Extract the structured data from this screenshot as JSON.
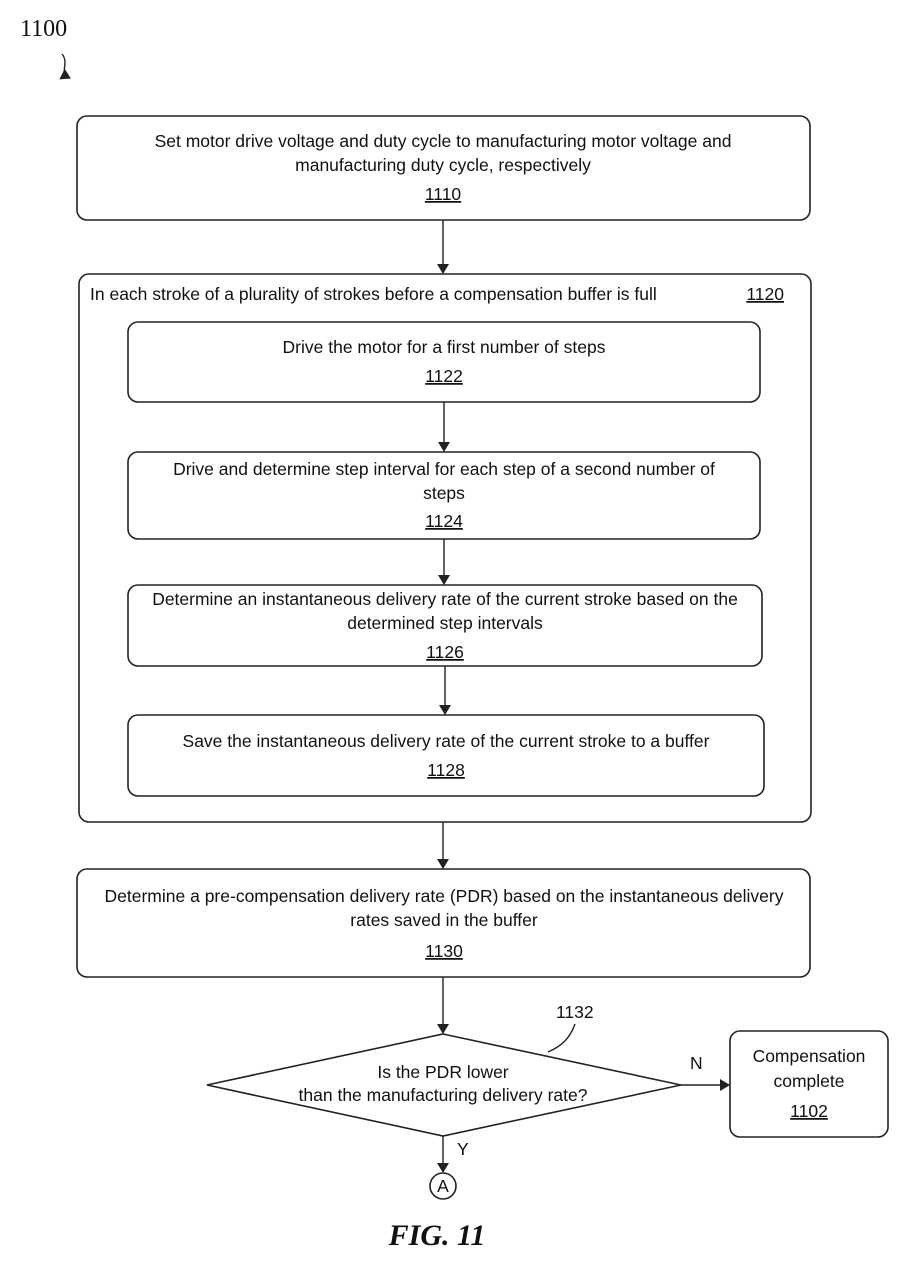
{
  "figure_ref": "1100",
  "figure_caption": "FIG. 11",
  "steps": {
    "s1110": {
      "lines": [
        "Set motor drive voltage and duty cycle to manufacturing motor voltage and",
        "manufacturing duty cycle, respectively"
      ],
      "ref": "1110"
    },
    "s1120": {
      "title": "In each stroke of a plurality of strokes before a compensation buffer is full",
      "ref": "1120"
    },
    "s1122": {
      "lines": [
        "Drive the motor for a first number of steps"
      ],
      "ref": "1122"
    },
    "s1124": {
      "lines": [
        "Drive and determine step interval for each step of a second number of",
        "steps"
      ],
      "ref": "1124"
    },
    "s1126": {
      "lines": [
        "Determine an instantaneous delivery rate of the current stroke based on the",
        "determined step intervals"
      ],
      "ref": "1126"
    },
    "s1128": {
      "lines": [
        "Save the instantaneous delivery rate of the current stroke to a buffer"
      ],
      "ref": "1128"
    },
    "s1130": {
      "lines": [
        "Determine a pre-compensation delivery rate (PDR) based on the instantaneous delivery",
        "rates saved in the buffer"
      ],
      "ref": "1130"
    },
    "d1132": {
      "lines": [
        "Is the PDR lower",
        "than the manufacturing delivery rate?"
      ],
      "ref": "1132",
      "yes_label": "Y",
      "no_label": "N"
    },
    "e1102": {
      "lines": [
        "Compensation",
        "complete"
      ],
      "ref": "1102"
    },
    "connector": {
      "label": "A"
    }
  },
  "colors": {
    "stroke": "#222222",
    "background": "#ffffff"
  }
}
